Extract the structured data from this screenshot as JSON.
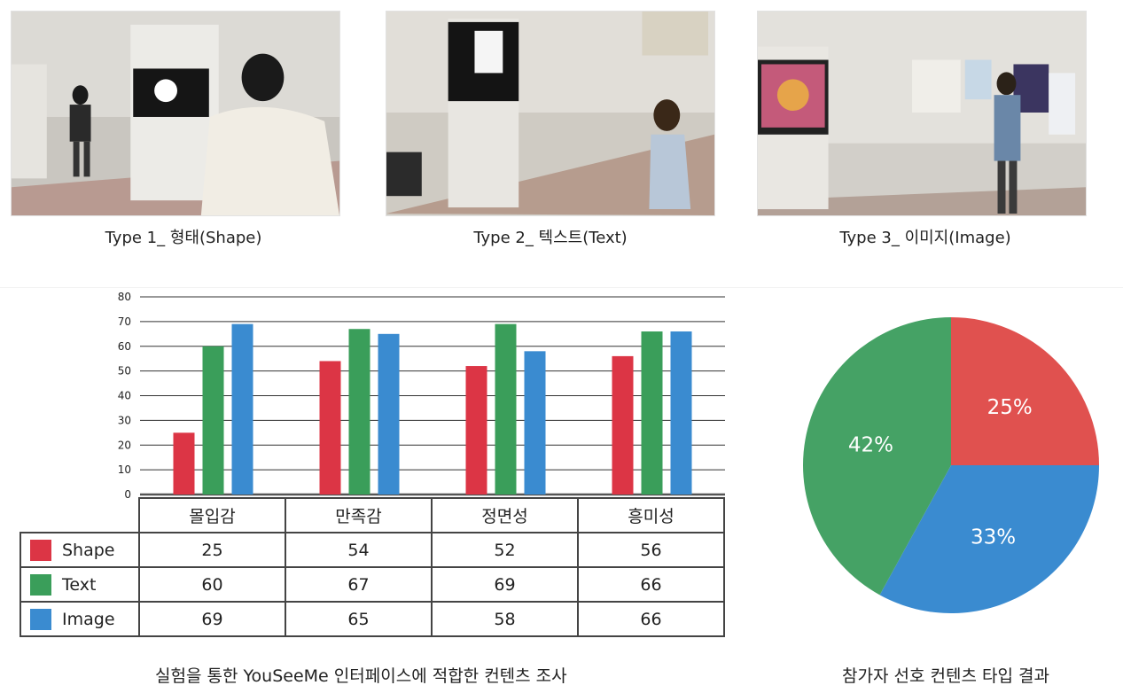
{
  "photos": [
    {
      "caption": "Type 1_ 형태(Shape)"
    },
    {
      "caption": "Type 2_ 텍스트(Text)"
    },
    {
      "caption": "Type 3_ 이미지(Image)"
    }
  ],
  "chart_data": [
    {
      "type": "bar",
      "categories": [
        "몰입감",
        "만족감",
        "정면성",
        "흥미성"
      ],
      "series": [
        {
          "name": "Shape",
          "values": [
            25,
            54,
            52,
            56
          ],
          "color": "#dc3545"
        },
        {
          "name": "Text",
          "values": [
            60,
            67,
            69,
            66
          ],
          "color": "#3a9e5a"
        },
        {
          "name": "Image",
          "values": [
            69,
            65,
            58,
            66
          ],
          "color": "#3a8bd0"
        }
      ],
      "yticks": [
        0,
        10,
        20,
        30,
        40,
        50,
        60,
        70,
        80
      ],
      "ylim": [
        0,
        80
      ],
      "grid": true,
      "legend": "data table below chart",
      "caption": "실험을 통한 YouSeeMe 인터페이스에 적합한 컨텐츠 조사"
    },
    {
      "type": "pie",
      "slices": [
        {
          "label": "25%",
          "value": 25,
          "color": "#e0514f"
        },
        {
          "label": "33%",
          "value": 33,
          "color": "#3a8bd0"
        },
        {
          "label": "42%",
          "value": 42,
          "color": "#45a265"
        }
      ],
      "caption": "참가자 선호 컨텐츠 타입 결과"
    }
  ]
}
